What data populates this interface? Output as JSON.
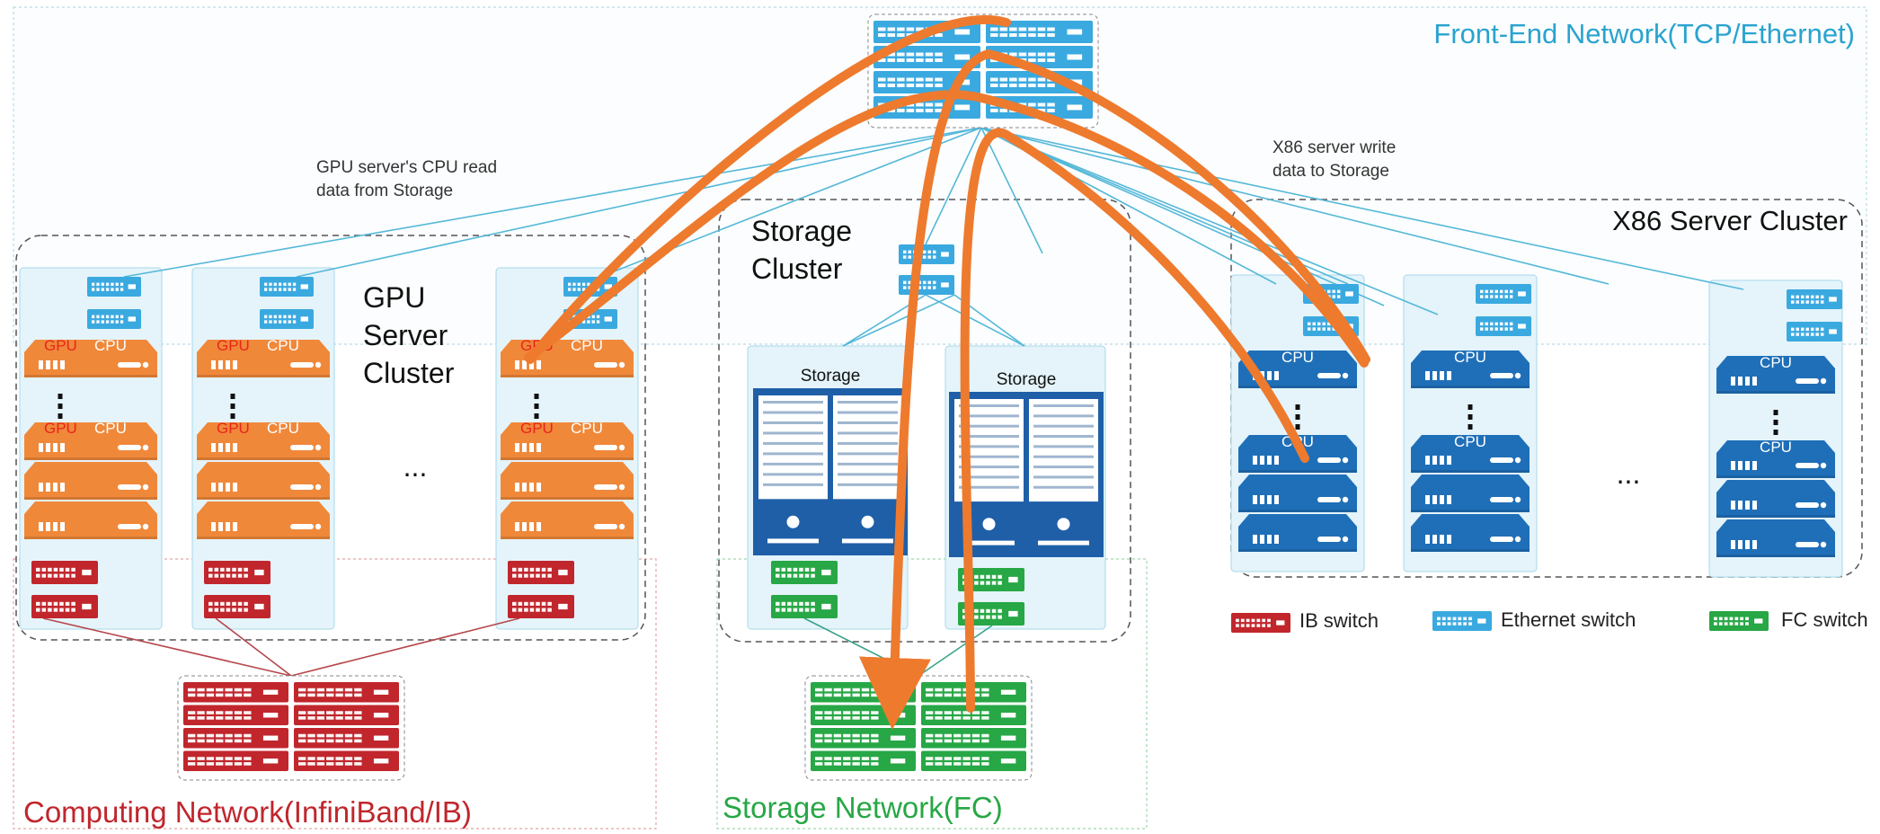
{
  "networks": {
    "front_end": "Front-End Network(TCP/Ethernet)",
    "computing": "Computing Network(InfiniBand/IB)",
    "storage": "Storage Network(FC)"
  },
  "annotations": {
    "gpu_read_line1": "GPU server's CPU read",
    "gpu_read_line2": "data from Storage",
    "x86_write_line1": "X86  server  write",
    "x86_write_line2": "data to Storage"
  },
  "clusters": {
    "gpu": [
      "GPU",
      "Server",
      "Cluster"
    ],
    "storage": [
      "Storage",
      "Cluster"
    ],
    "x86": "X86 Server Cluster"
  },
  "node_labels": {
    "gpu": "GPU",
    "cpu": "CPU",
    "storage": "Storage",
    "ellipsis": "..."
  },
  "legend": {
    "ib": "IB switch",
    "ethernet": "Ethernet switch",
    "fc": "FC switch"
  },
  "colors": {
    "ib_switch": "#c0262c",
    "ethernet_switch": "#3aa9e0",
    "fc_switch": "#27a745",
    "gpu_server": "#f0883a",
    "x86_server": "#1f6fb8",
    "storage_array": "#1f5fa8",
    "flow_arrow": "#ee7a2e",
    "front_end_text": "#2aa3cf",
    "computing_text": "#c0262c",
    "storage_text": "#27a745"
  }
}
